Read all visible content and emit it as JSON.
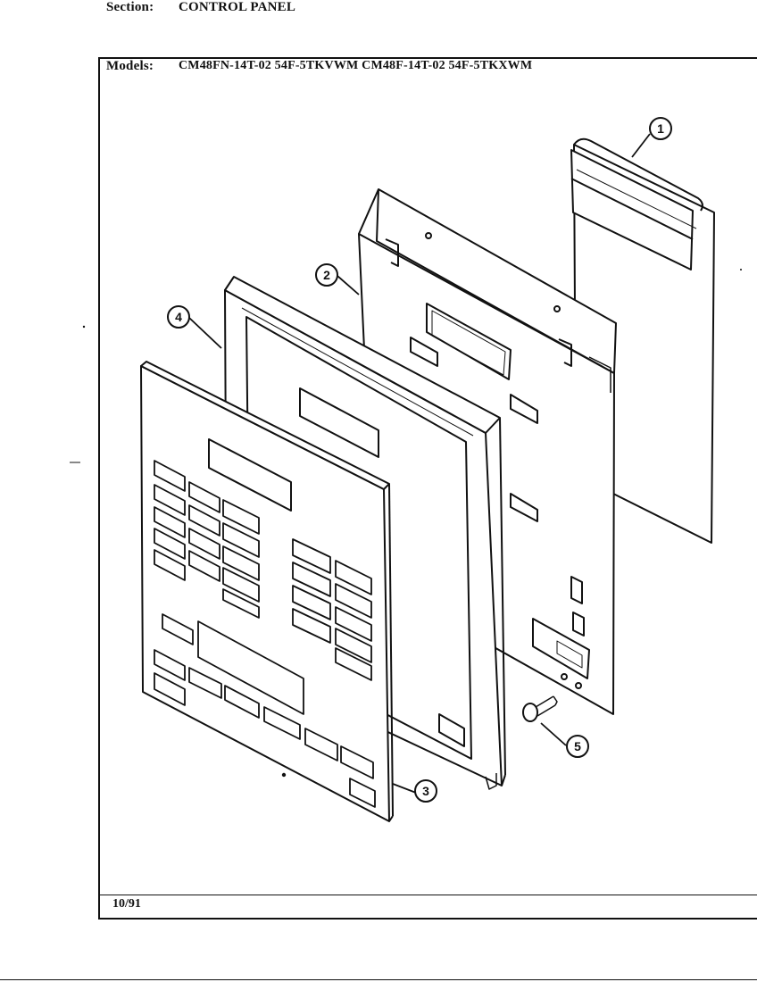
{
  "header": {
    "section_label": "Section:",
    "section_value": "CONTROL PANEL",
    "models_label": "Models:",
    "models_value": "CM48FN-14T-02  54F-5TKVWM  CM48F-14T-02  54F-5TKXWM"
  },
  "footer": {
    "date": "10/91"
  },
  "callouts": [
    "1",
    "2",
    "3",
    "4",
    "5"
  ],
  "colors": {
    "line": "#111111",
    "paper": "#ffffff"
  }
}
